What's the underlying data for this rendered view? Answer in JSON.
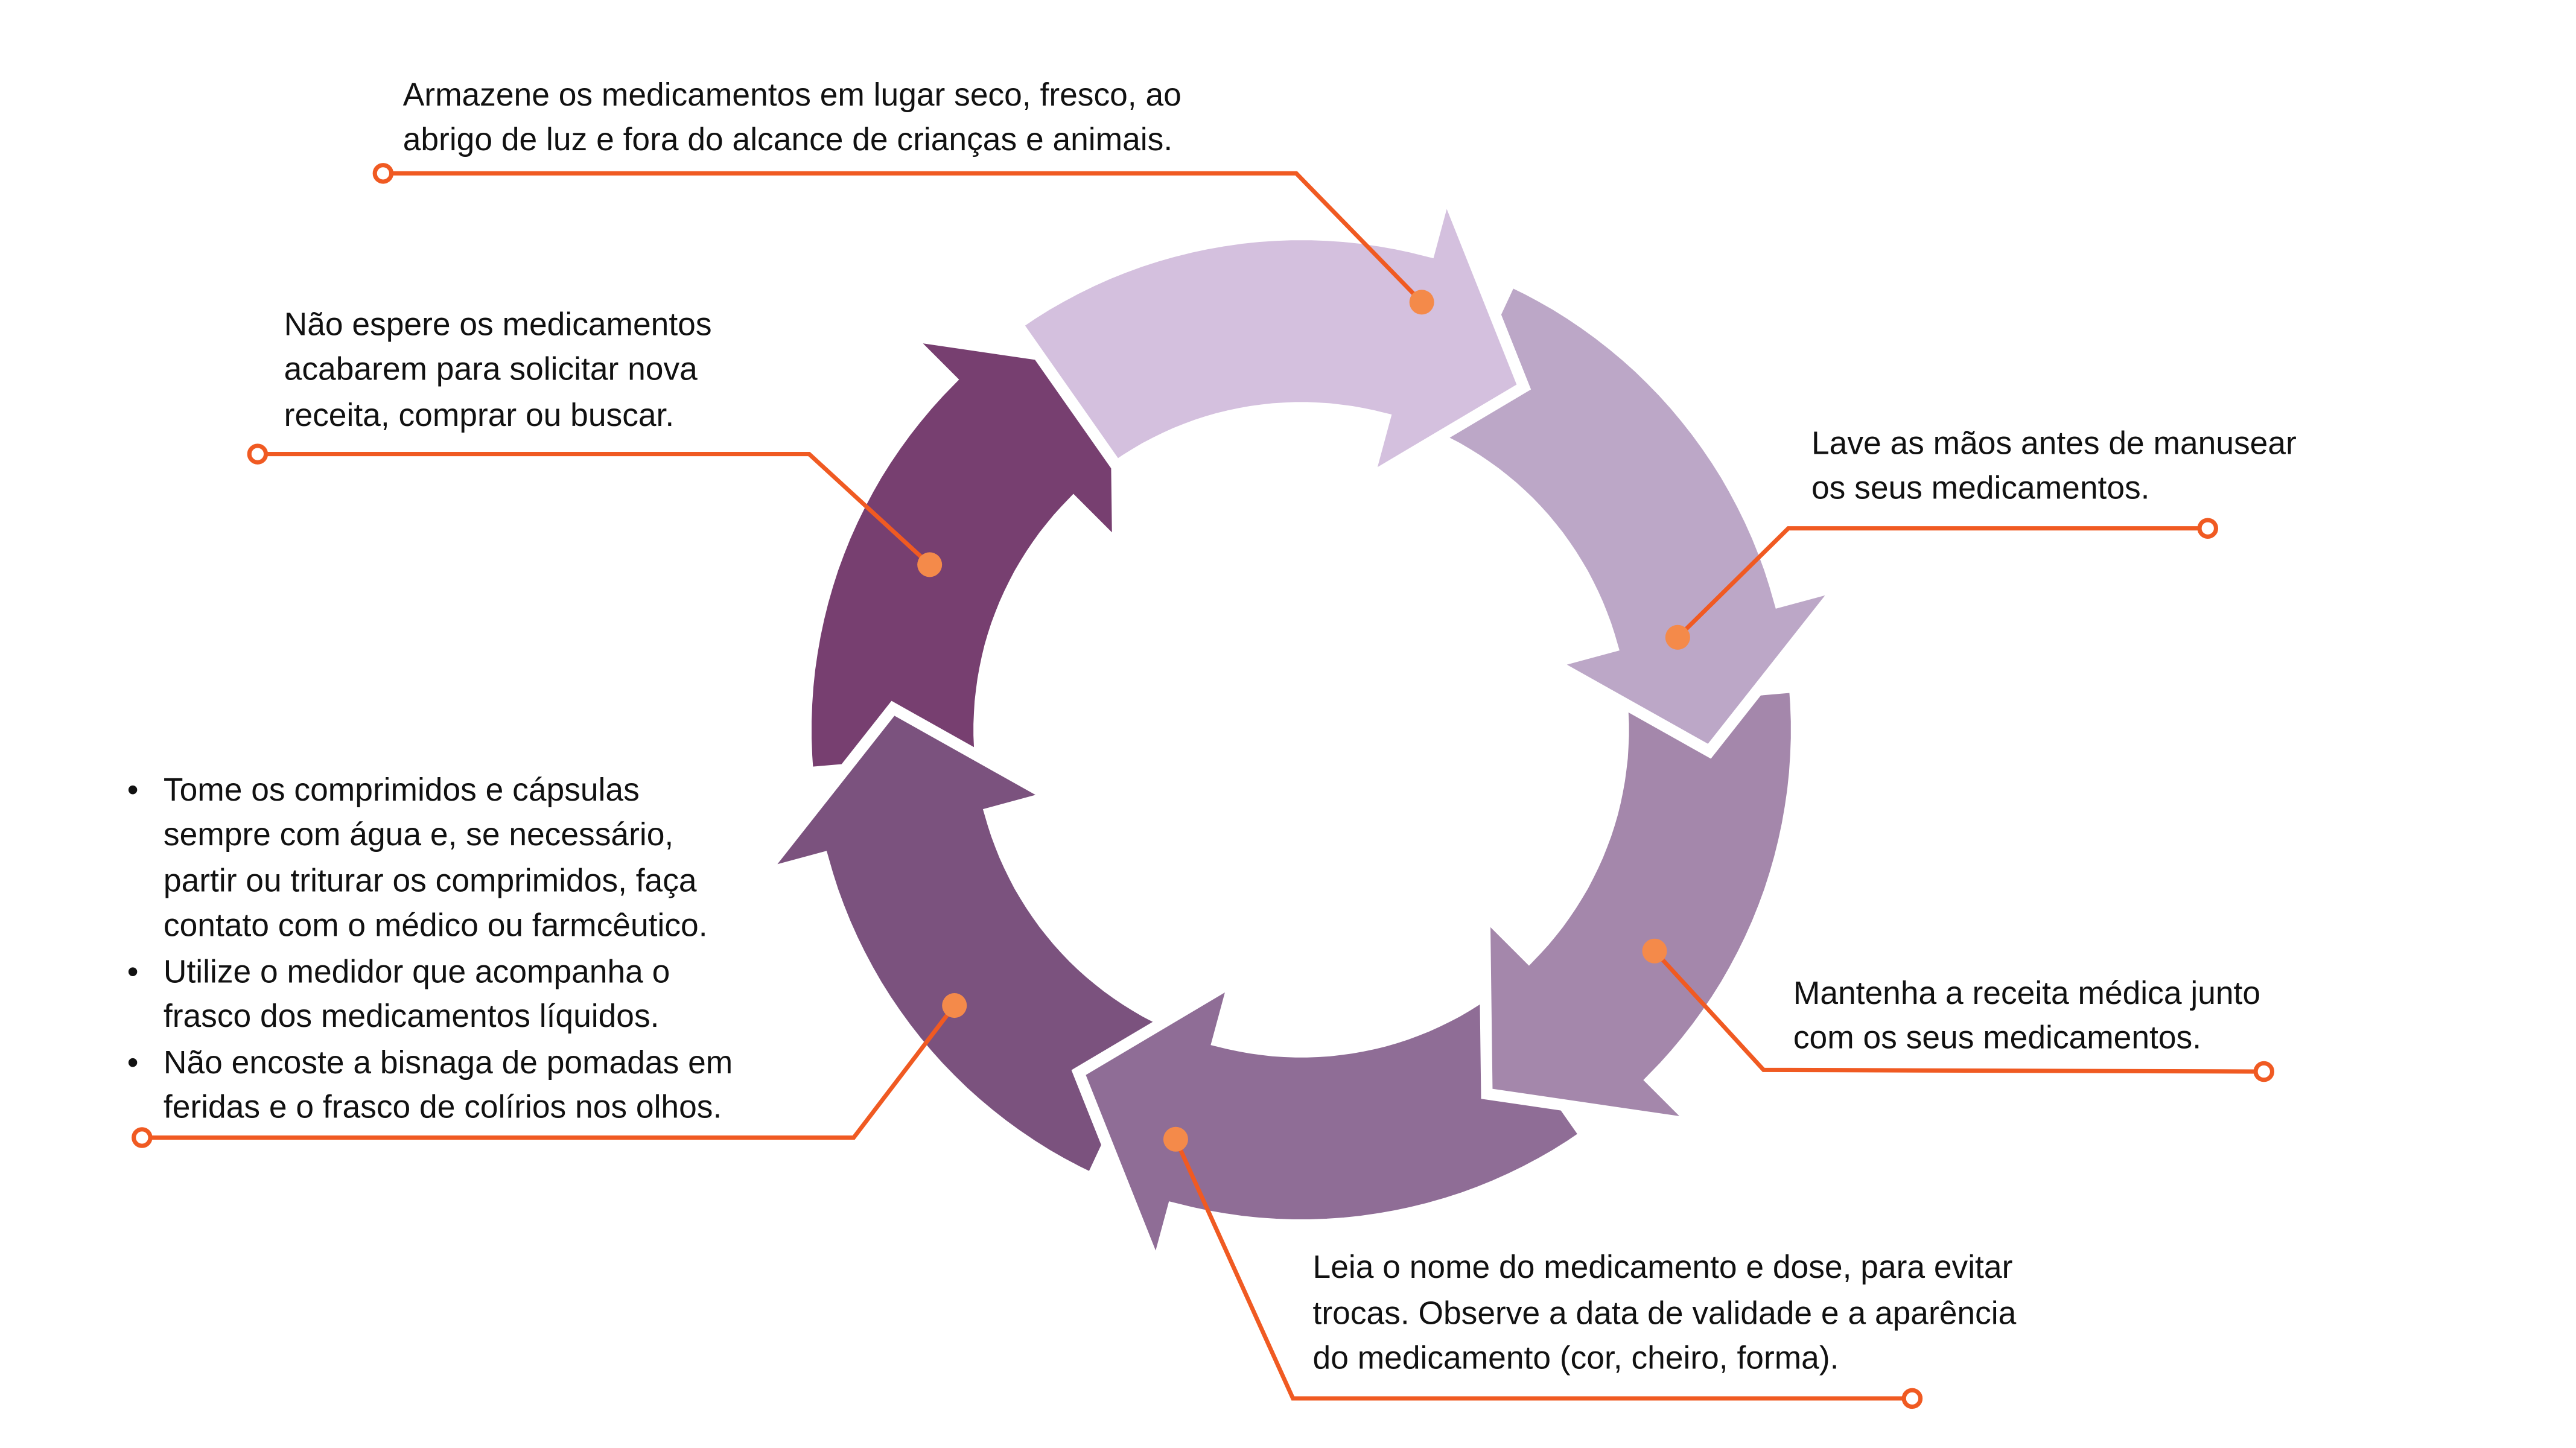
{
  "colors": {
    "leader_line": "#f05a22",
    "leader_dot": "#f48a4a",
    "arrows": [
      "#d4c0de",
      "#bca7c7",
      "#a487ab",
      "#8f6d96",
      "#7b527e",
      "#773f70"
    ]
  },
  "steps": [
    {
      "id": "storage",
      "lines": [
        "Armazene os medicamentos em lugar seco, fresco, ao",
        "abrigo de luz e fora do alcance de crianças e animais."
      ]
    },
    {
      "id": "wash-hands",
      "lines": [
        "Lave as mãos antes de manusear",
        "os seus medicamentos."
      ]
    },
    {
      "id": "prescription",
      "lines": [
        "Mantenha a receita médica junto",
        "com os seus medicamentos."
      ]
    },
    {
      "id": "read-name",
      "lines": [
        "Leia o nome do medicamento e dose, para evitar",
        "trocas. Observe a data de validade e a aparência",
        "do medicamento (cor, cheiro, forma)."
      ]
    },
    {
      "id": "administration",
      "bullets": [
        [
          "Tome os comprimidos e cápsulas",
          "sempre com água e, se necessário,",
          "partir ou triturar os comprimidos, faça",
          "contato com o médico ou farmcêutico."
        ],
        [
          "Utilize o medidor que acompanha o",
          "frasco dos medicamentos líquidos."
        ],
        [
          "Não encoste a bisnaga de pomadas em",
          "feridas e o frasco de colírios nos olhos."
        ]
      ],
      "bullet_symbol": "•"
    },
    {
      "id": "renew",
      "lines": [
        "Não espere os medicamentos",
        "acabarem para solicitar nova",
        "receita, comprar ou buscar."
      ]
    }
  ]
}
